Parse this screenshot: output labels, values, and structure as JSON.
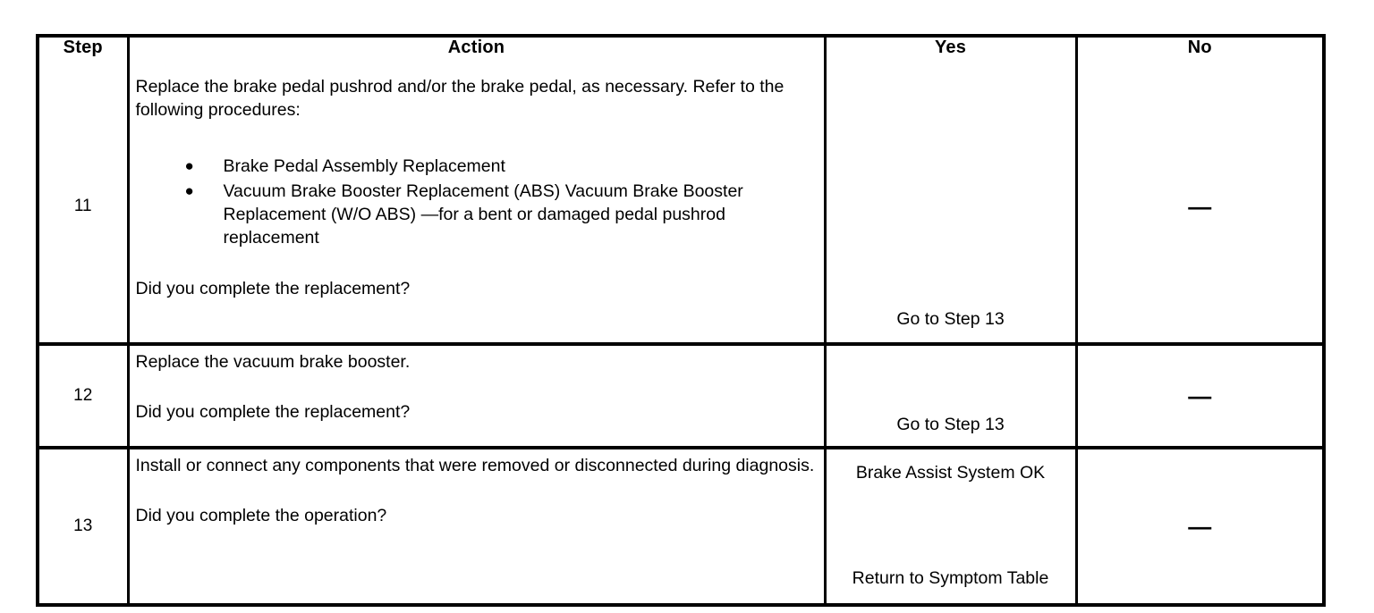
{
  "table": {
    "headers": {
      "step": "Step",
      "action": "Action",
      "yes": "Yes",
      "no": "No"
    },
    "rows": [
      {
        "step": "11",
        "action_intro": "Replace the brake pedal pushrod and/or the brake pedal, as necessary. Refer to the following procedures:",
        "bullets": [
          "Brake Pedal Assembly Replacement",
          "Vacuum Brake Booster Replacement (ABS) Vacuum Brake Booster Replacement (W/O ABS) —for a bent or damaged pedal pushrod replacement"
        ],
        "bullet_glyph": "●",
        "question": "Did you complete the replacement?",
        "yes": "Go to Step 13",
        "no": "—"
      },
      {
        "step": "12",
        "action_intro": "Replace the vacuum brake booster.",
        "bullets": [],
        "bullet_glyph": "●",
        "question": "Did you complete the replacement?",
        "yes": "Go to Step 13",
        "no": "—"
      },
      {
        "step": "13",
        "action_intro": "Install or connect any components that were removed or disconnected during diagnosis.",
        "bullets": [],
        "bullet_glyph": "●",
        "question": "Did you complete the operation?",
        "yes_primary": "Brake Assist System OK",
        "yes_secondary": "Return to Symptom Table",
        "no": "—"
      }
    ]
  },
  "colors": {
    "border": "#000000",
    "text": "#000000",
    "background": "#ffffff"
  }
}
